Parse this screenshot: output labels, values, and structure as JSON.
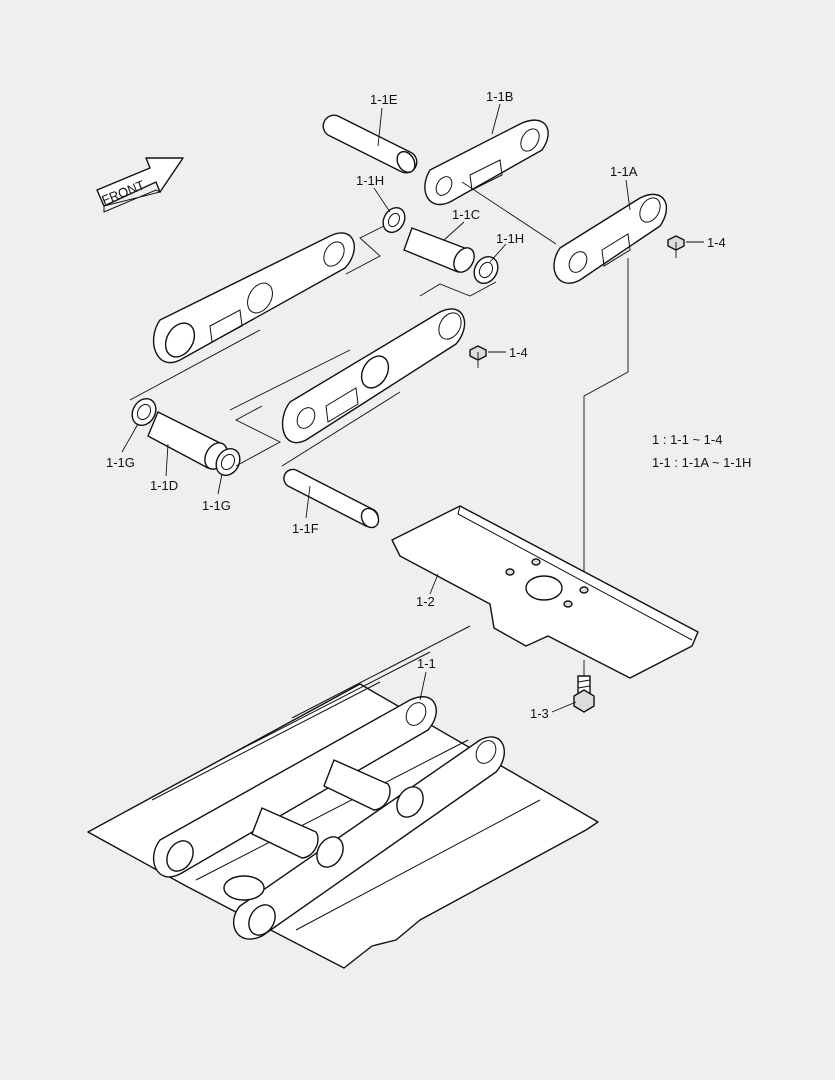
{
  "front_arrow": {
    "label": "FRONT"
  },
  "callouts": {
    "c_1_1E": "1-1E",
    "c_1_1B": "1-1B",
    "c_1_1H_top": "1-1H",
    "c_1_1C": "1-1C",
    "c_1_1H_right": "1-1H",
    "c_1_1A": "1-1A",
    "c_1_4_top": "1-4",
    "c_1_4_mid": "1-4",
    "c_1_1G_left": "1-1G",
    "c_1_1D": "1-1D",
    "c_1_1G_right": "1-1G",
    "c_1_1F": "1-1F",
    "c_1_2": "1-2",
    "c_1_3": "1-3",
    "c_1_1": "1-1"
  },
  "legend": {
    "line1": "1 : 1-1 ~ 1-4",
    "line2": "1-1 : 1-1A ~ 1-1H"
  },
  "colors": {
    "background": "#efefef",
    "line": "#111111",
    "part_fill": "#ffffff"
  }
}
